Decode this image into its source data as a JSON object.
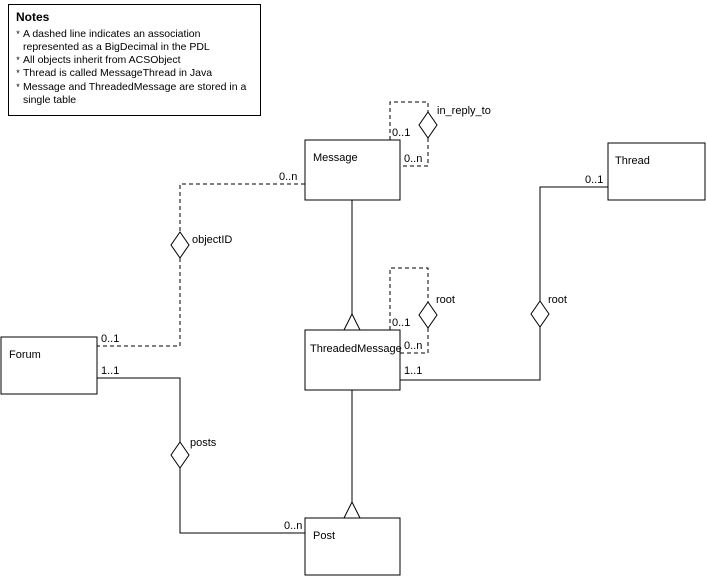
{
  "notes": {
    "title": "Notes",
    "bullet": "*",
    "items": [
      "A dashed line indicates an association represented as a BigDecimal in the PDL",
      "All objects inherit from ACSObject",
      "Thread is called MessageThread in Java",
      "Message and ThreadedMessage are stored in a single table"
    ]
  },
  "boxes": {
    "message": "Message",
    "thread": "Thread",
    "forum": "Forum",
    "threaded_message": "ThreadedMessage",
    "post": "Post"
  },
  "associations": {
    "in_reply_to": {
      "name": "in_reply_to",
      "m_src": "0..1",
      "m_dst": "0..n"
    },
    "object_id": {
      "name": "objectID",
      "m_message": "0..n",
      "m_forum": "0..1"
    },
    "root_self": {
      "name": "root",
      "m_src": "0..1",
      "m_dst": "0..n"
    },
    "root_thread": {
      "name": "root",
      "m_thread": "0..1",
      "m_threaded_message": "1..1"
    },
    "posts": {
      "name": "posts",
      "m_forum": "1..1",
      "m_post": "0..n"
    }
  }
}
